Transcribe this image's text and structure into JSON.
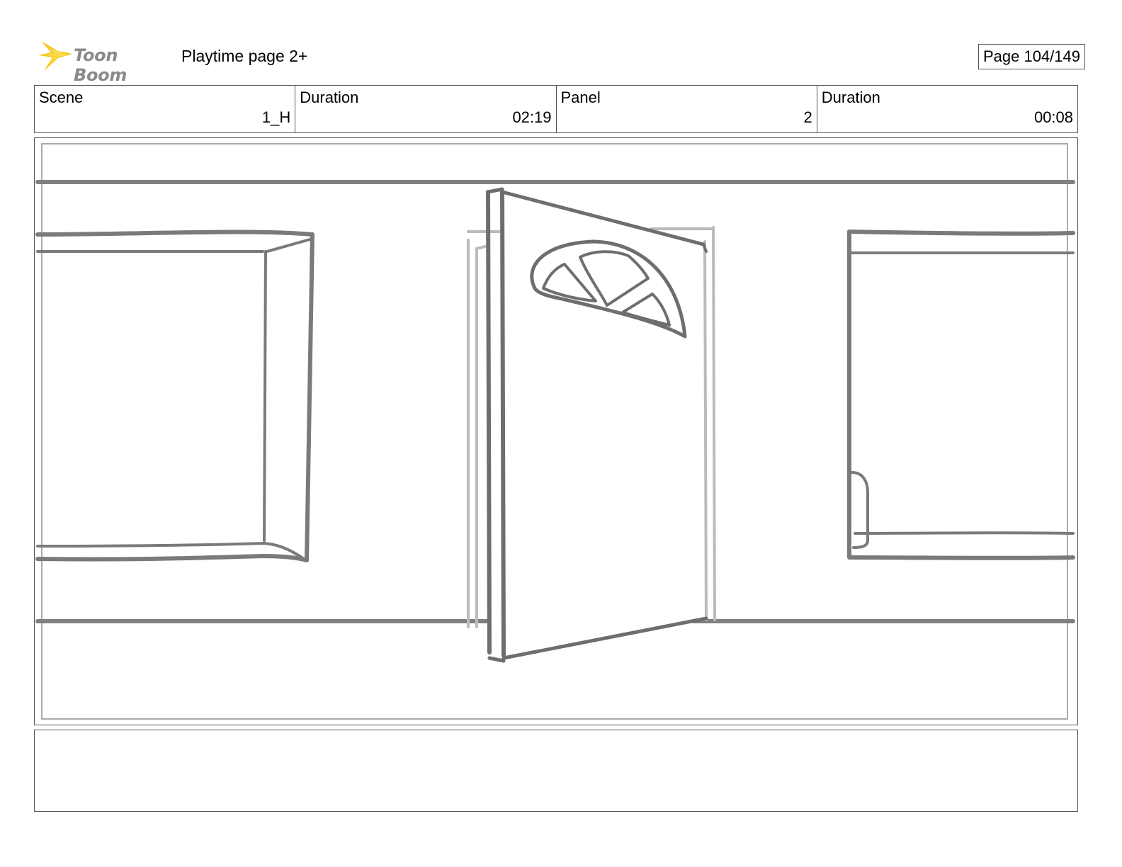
{
  "header": {
    "logo_text": "Toon Boom",
    "project_title": "Playtime page 2+",
    "page_counter": "Page 104/149"
  },
  "info": {
    "scene_label": "Scene",
    "scene_value": "1_H",
    "scene_duration_label": "Duration",
    "scene_duration_value": "02:19",
    "panel_label": "Panel",
    "panel_value": "2",
    "panel_duration_label": "Duration",
    "panel_duration_value": "00:08"
  },
  "colors": {
    "logo_star": "#f5c518",
    "logo_text": "#8a8a8a",
    "sketch_dark": "#777777",
    "sketch_light": "#bbbbbb"
  },
  "notes": ""
}
